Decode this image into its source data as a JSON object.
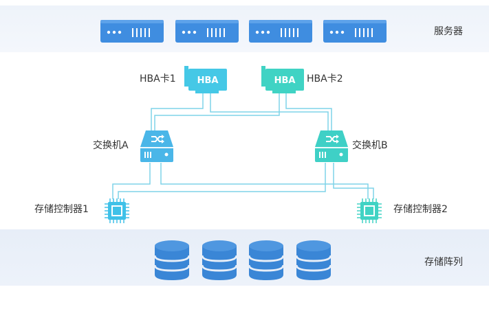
{
  "layers": {
    "servers_label": "服务器",
    "storage_array_label": "存储阵列"
  },
  "hba": {
    "card1_label": "HBA卡1",
    "card2_label": "HBA卡2",
    "card1_text": "HBA",
    "card2_text": "HBA"
  },
  "switches": {
    "a_label": "交换机A",
    "b_label": "交换机B"
  },
  "controllers": {
    "c1_label": "存储控制器1",
    "c2_label": "存储控制器2"
  },
  "colors": {
    "server_blue": "#3f8de0",
    "hba1_cyan": "#45c8e6",
    "hba2_teal": "#40d3c4",
    "switch_a": "#4ab6e8",
    "switch_b": "#3fd0c6",
    "chip": "#3fc1e8",
    "disk_blue": "#3a86d6",
    "line": "#7fd3e8",
    "band_bg": "#eef3fa"
  },
  "icons": {
    "server": "server-rack-icon",
    "hba": "hba-card-icon",
    "switch": "network-switch-icon",
    "controller": "chip-icon",
    "storage": "database-disk-icon"
  }
}
